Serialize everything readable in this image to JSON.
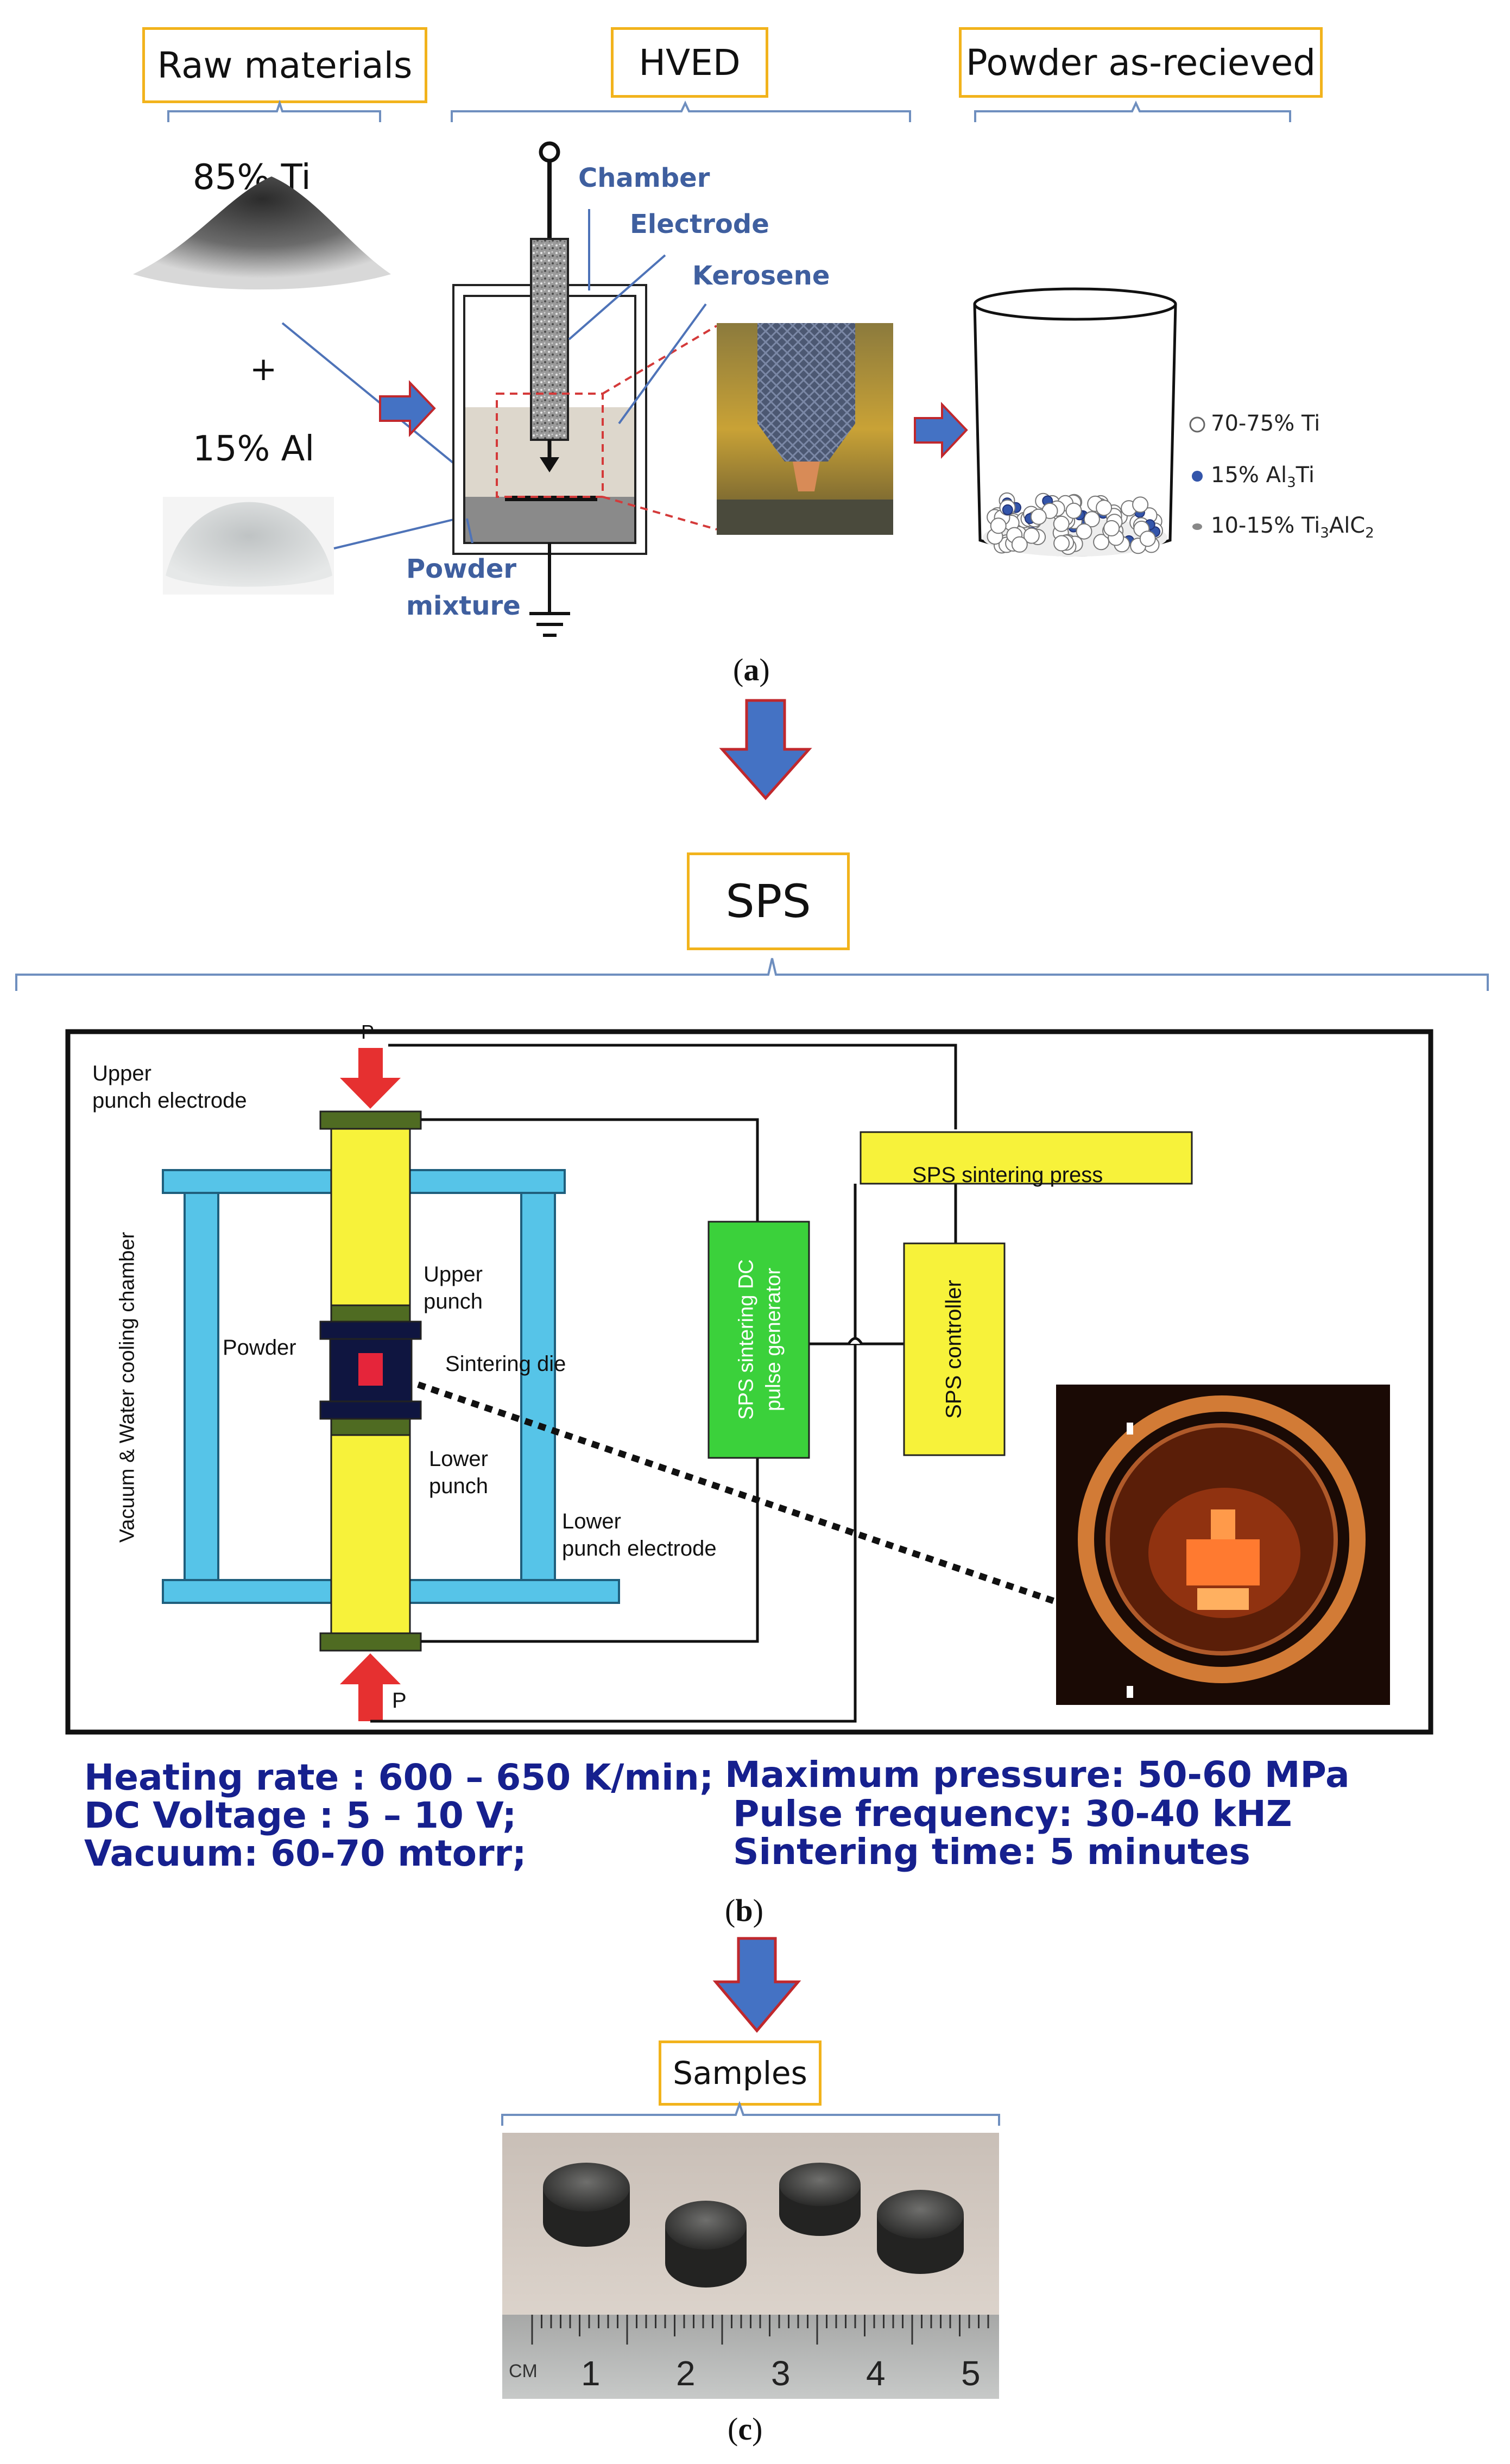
{
  "panel_a": {
    "headers": {
      "raw": "Raw materials",
      "hved": "HVED",
      "powder": "Powder as-recieved"
    },
    "ti_label": "85% Ti",
    "plus": "+",
    "al_label": "15% Al",
    "chamber": "Chamber",
    "electrode": "Electrode",
    "kerosene": "Kerosene",
    "powder_mixture_1": "Powder",
    "powder_mixture_2": "mixture",
    "legend": {
      "ti": "70-75% Ti",
      "al3ti_pre": "15% Al",
      "al3ti_sub": "3",
      "al3ti_post": "Ti",
      "ti3alc2_pre": "10-15% Ti",
      "ti3alc2_sub": "3",
      "ti3alc2_mid": "AlC",
      "ti3alc2_sub2": "2"
    },
    "caption": "a"
  },
  "panel_b": {
    "header": "SPS",
    "labels": {
      "upper_punch_electrode_1": "Upper",
      "upper_punch_electrode_2": "punch electrode",
      "upper_punch_1": "Upper",
      "upper_punch_2": "punch",
      "powder": "Powder",
      "sintering_die": "Sintering die",
      "lower_punch_1": "Lower",
      "lower_punch_2": "punch",
      "lower_punch_electrode_1": "Lower",
      "lower_punch_electrode_2": "punch electrode",
      "chamber_vertical": "Vacuum & Water cooling chamber",
      "press": "SPS sintering press",
      "dc_generator_1": "SPS sintering DC",
      "dc_generator_2": "pulse generator",
      "controller": "SPS controller",
      "p_top": "P",
      "p_bottom": "P"
    },
    "params": {
      "heating": "Heating rate : 600 – 650 K/min;",
      "dc_voltage": "DC Voltage : 5 – 10 V;",
      "vacuum": "Vacuum: 60-70 mtorr;",
      "max_pressure": "Maximum pressure: 50-60 MPa",
      "pulse_freq": "Pulse frequency: 30-40 kHZ",
      "sintering_time": "Sintering time: 5 minutes"
    },
    "caption": "b"
  },
  "panel_c": {
    "header": "Samples",
    "ruler": {
      "unit": "CM",
      "ticks": [
        "1",
        "2",
        "3",
        "4",
        "5"
      ]
    },
    "caption": "c"
  },
  "colors": {
    "header_border": "#f2b31c",
    "flow_arrow": "#4472c4",
    "flow_arrow_outline": "#c0282d",
    "label_blue": "#3f5f9f",
    "electrode_yellow": "#f7f23a",
    "chamber_cyan": "#56c4e8",
    "generator_green": "#3bd13b",
    "param_text": "#16208e"
  }
}
